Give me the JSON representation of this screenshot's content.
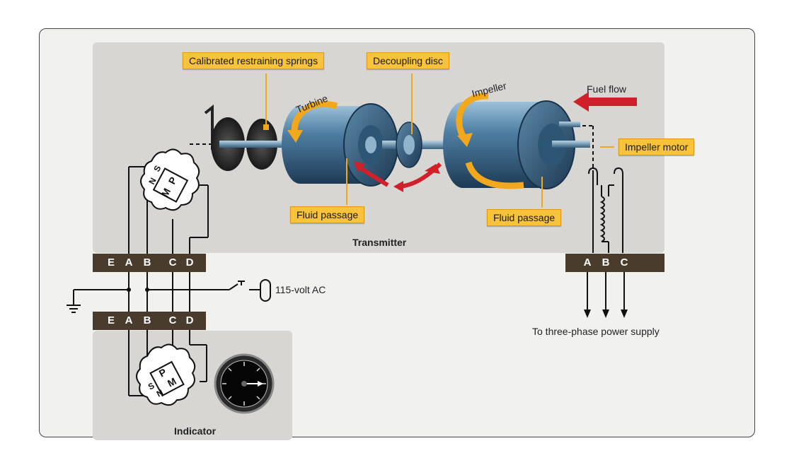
{
  "callouts": {
    "springs": "Calibrated restraining springs",
    "disc": "Decoupling disc",
    "impeller_motor": "Impeller motor",
    "fluid_passage_left": "Fluid passage",
    "fluid_passage_right": "Fluid passage"
  },
  "labels": {
    "turbine": "Turbine",
    "impeller": "Impeller",
    "fuel_flow": "Fuel flow",
    "transmitter": "Transmitter",
    "indicator": "Indicator",
    "ac_supply": "115-volt AC",
    "three_phase": "To three-phase power supply"
  },
  "transmitter_terminals": [
    "E",
    "A",
    "B",
    "C",
    "D"
  ],
  "indicator_terminals": [
    "E",
    "A",
    "B",
    "C",
    "D"
  ],
  "motor_terminals": [
    "A",
    "B",
    "C"
  ],
  "synchro_poles": {
    "transmitter": {
      "s": "S",
      "n": "N",
      "p": "P",
      "m": "M"
    },
    "indicator": {
      "s": "S",
      "n": "N",
      "p": "P",
      "m": "M"
    }
  },
  "colors": {
    "callout": "#f8c33a",
    "terminal_strip": "#4a3c2c",
    "cylinder": "#3f6a8a",
    "arrow_red": "#d0202a",
    "arrow_orange": "#f2a81d"
  }
}
